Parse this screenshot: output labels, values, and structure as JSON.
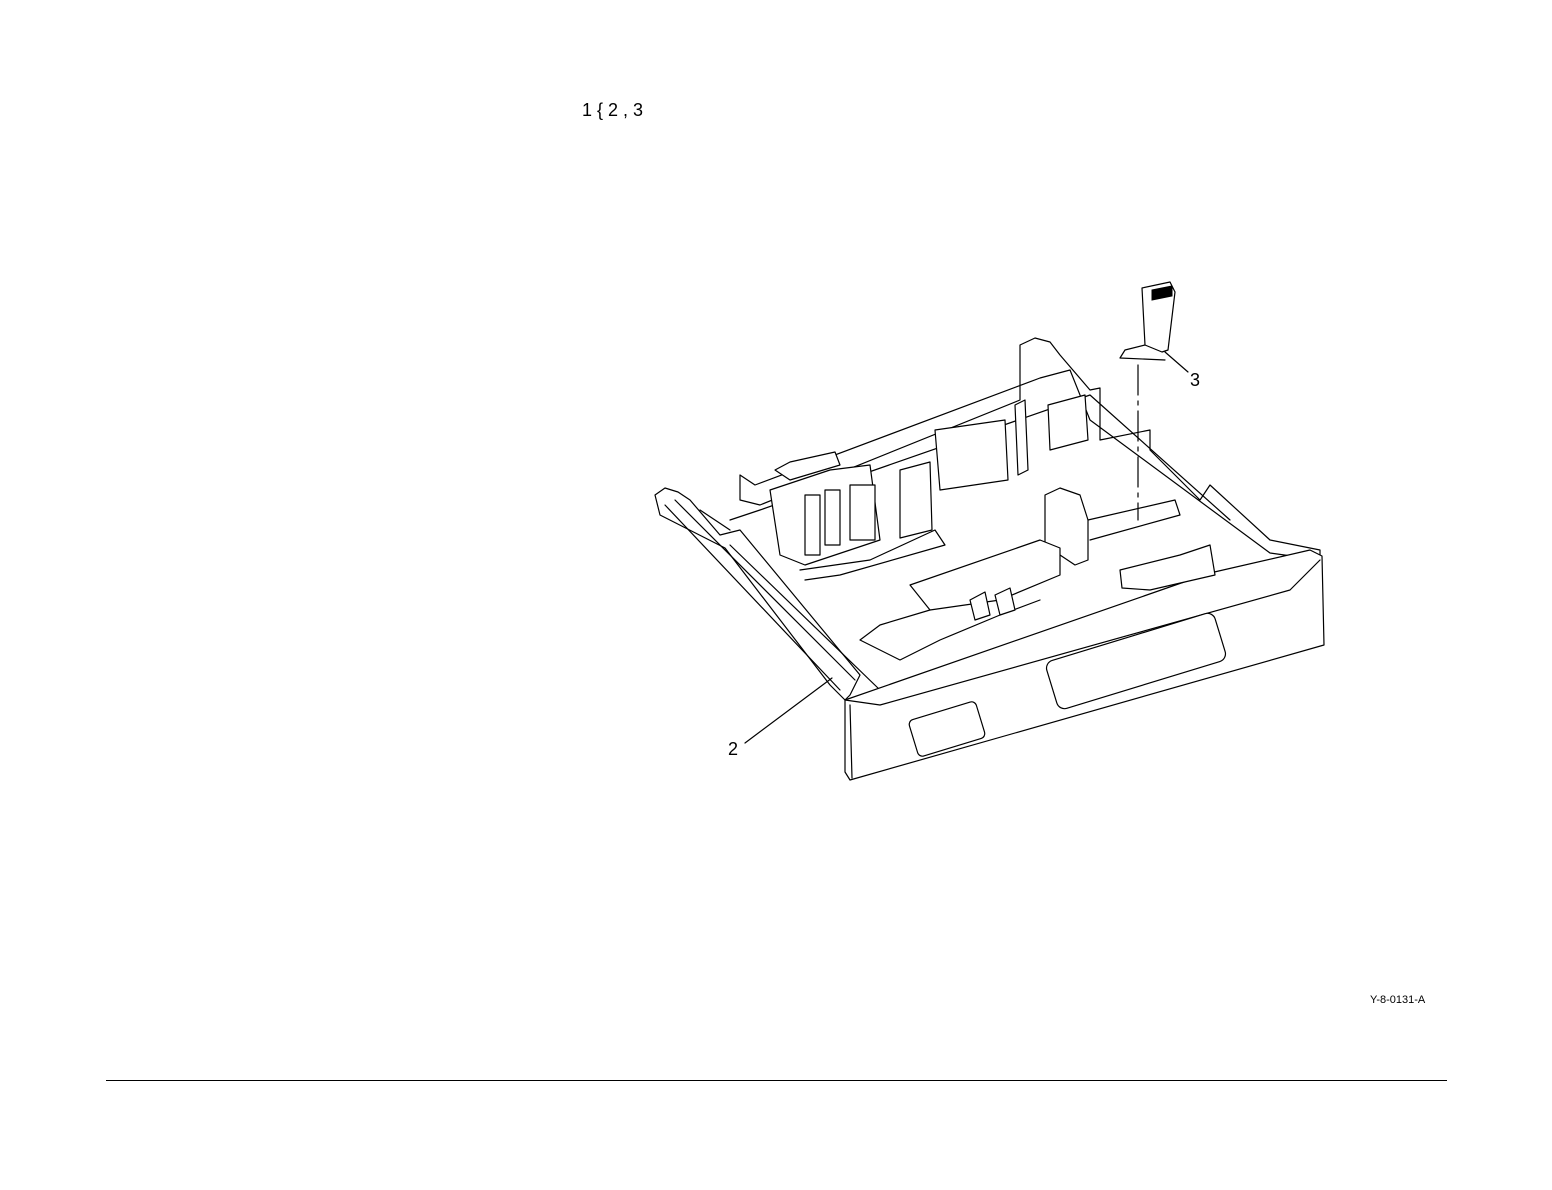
{
  "assembly_reference": "1 { 2 , 3",
  "callouts": [
    {
      "label": "2"
    },
    {
      "label": "3"
    }
  ],
  "drawing_id": "Y-8-0131-A"
}
